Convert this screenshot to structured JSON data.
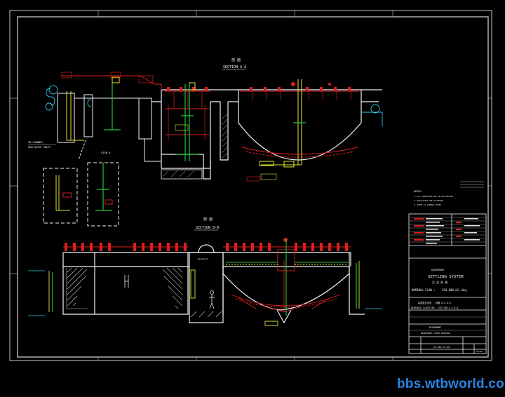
{
  "drawing": {
    "section_aa_title": "剖 面",
    "section_aa_label": "SECTION A-A",
    "section_bb_title": "剖 面",
    "section_bb_label": "SECTION B-B",
    "view_a_label": "VIEW A",
    "left_note_1": "IN CHANNEL",
    "left_note_2": "RAW WATER INLET",
    "structure_tag": "Basement"
  },
  "notes": {
    "heading": "NOTES:",
    "lines": [
      "1. ALL DIMENSIONS ARE IN MILLIMETRES",
      "2. ELEVATIONS ARE IN METRES",
      "3. REFER TO GENERAL NOTES"
    ]
  },
  "title_block": {
    "company": "DEGREMONT",
    "project": "SETTLING SYSTEM",
    "project_cn": "沉 淀 系 统",
    "flow_label": "NOMINAL FLOW :",
    "flow_value": "150 000 m3 /day",
    "drawing_title_cn": "高密度沉淀池 - 剖面 A-A B-B",
    "drawing_title": "DENSADEG CLARIFIER - SECTION A-A B-B",
    "client": "DEGREMONT",
    "subtitle": "DEGREMONT ISSUE DRAWING",
    "drawing_no": "C4-UK-CI-01",
    "size": "A1/30"
  },
  "watermark": {
    "text": "bbs.wtbworld.com"
  },
  "colors": {
    "frame": "#c8c8c8",
    "structure": "#f2f2f2",
    "pipe_red": "#e01e1e",
    "pipe_green": "#22c83c",
    "equip_yellow": "#e6e632",
    "cyan": "#32c8e6",
    "watermark": "#2b86e6"
  }
}
